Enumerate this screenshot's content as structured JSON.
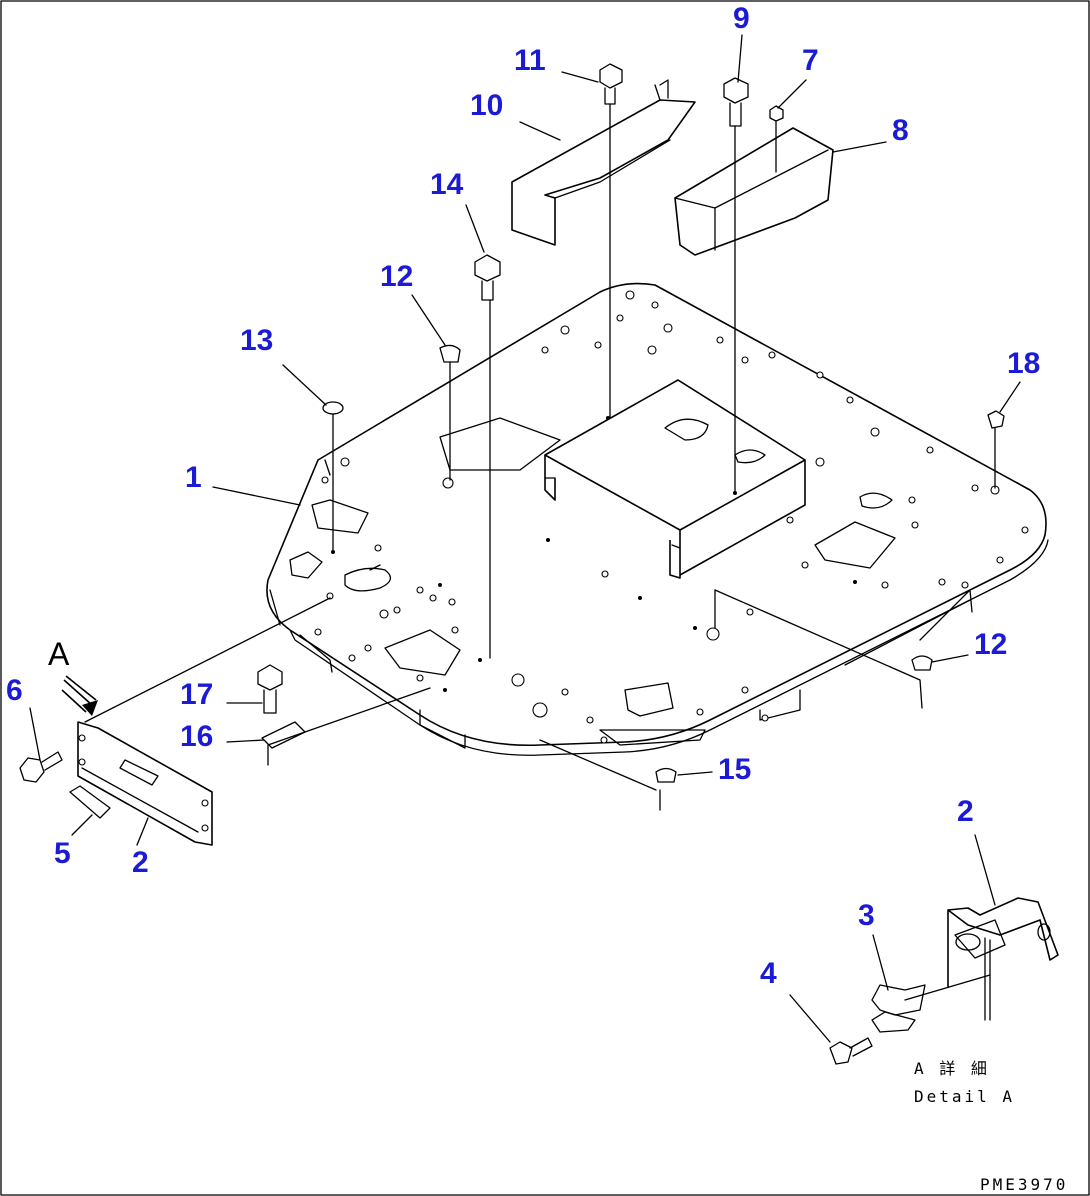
{
  "callouts": {
    "c1": "1",
    "c2a": "2",
    "c2b": "2",
    "c3": "3",
    "c4": "4",
    "c5": "5",
    "c6": "6",
    "c7": "7",
    "c8": "8",
    "c9": "9",
    "c10": "10",
    "c11": "11",
    "c12a": "12",
    "c12b": "12",
    "c13": "13",
    "c14": "14",
    "c15": "15",
    "c16": "16",
    "c17": "17",
    "c18": "18"
  },
  "view_marker": "A",
  "detail_caption_jp": "A 詳 細",
  "detail_caption_en": "Detail A",
  "drawing_code": "PME3970",
  "colors": {
    "callout": "#1b1bd6",
    "line": "#000000",
    "background": "#ffffff"
  }
}
